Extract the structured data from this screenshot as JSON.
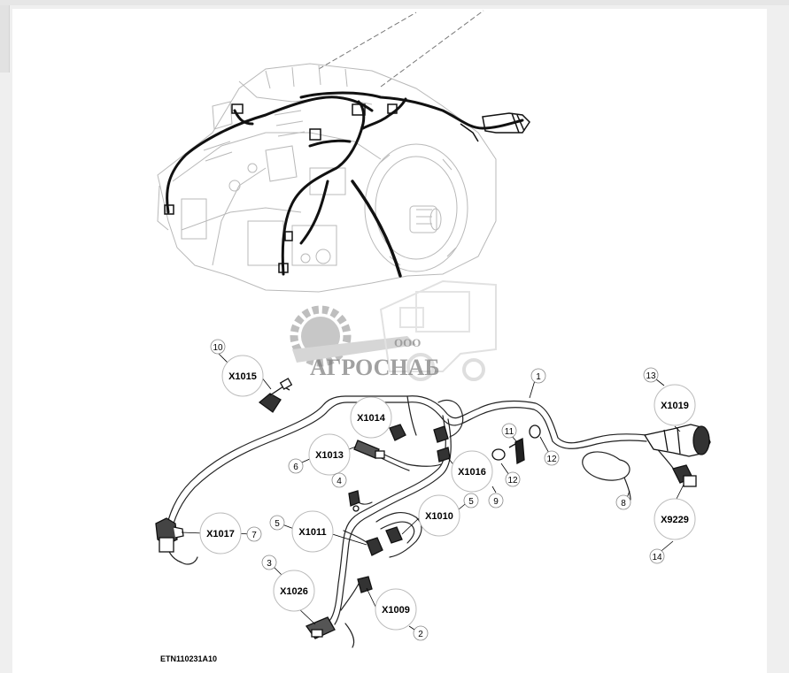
{
  "figure_id": "ETN110231A10",
  "watermark": {
    "line1": "ООО",
    "line2": "АГРОСНАБ"
  },
  "callouts": [
    {
      "id": "c-x1015",
      "label": "X1015",
      "num": "10"
    },
    {
      "id": "c-x1014",
      "label": "X1014",
      "num": ""
    },
    {
      "id": "c-x1013",
      "label": "X1013",
      "num": "6"
    },
    {
      "id": "c-x1016",
      "label": "X1016",
      "num": "9"
    },
    {
      "id": "c-x1017",
      "label": "X1017",
      "num": "7"
    },
    {
      "id": "c-x1011",
      "label": "X1011",
      "num": "5"
    },
    {
      "id": "c-x1010",
      "label": "X1010",
      "num": "5"
    },
    {
      "id": "c-x1026",
      "label": "X1026",
      "num": "3"
    },
    {
      "id": "c-x1009",
      "label": "X1009",
      "num": "2"
    },
    {
      "id": "c-x1019",
      "label": "X1019",
      "num": "13"
    },
    {
      "id": "c-x9229",
      "label": "X9229",
      "num": "14"
    }
  ],
  "item_numbers": [
    "1",
    "4",
    "8",
    "11",
    "12",
    "12"
  ]
}
